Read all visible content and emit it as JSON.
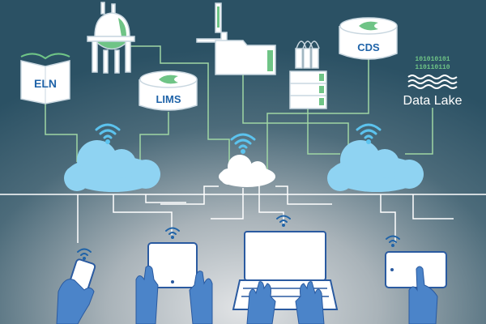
{
  "systems": {
    "eln": "ELN",
    "lims": "LIMS",
    "cds": "CDS",
    "data_lake": "Data Lake",
    "data_lake_binary": [
      "101010101",
      "110110110"
    ]
  },
  "colors": {
    "background_top": "#2f5567",
    "background_glow": "#d4d7da",
    "connector_green": "#9fd6a4",
    "connector_white": "#ffffff",
    "cloud_blue": "#8fd3f2",
    "accent_green": "#6fc486",
    "label_blue": "#1f63a8",
    "device_blue": "#4b84c9"
  }
}
